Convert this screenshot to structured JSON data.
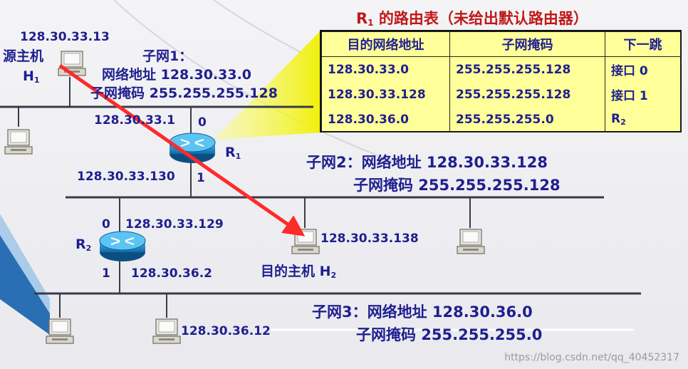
{
  "title": "R",
  "title_sub": "1",
  "title_rest": " 的路由表（未给出默认路由器）",
  "table": {
    "headers": [
      "目的网络地址",
      "子网掩码",
      "下一跳"
    ],
    "rows": [
      [
        "128.30.33.0",
        "255.255.255.128",
        "接口 0"
      ],
      [
        "128.30.33.128",
        "255.255.255.128",
        "接口 1"
      ],
      [
        "128.30.36.0",
        "255.255.255.0",
        "R"
      ]
    ],
    "r2_sub": "2"
  },
  "h1": {
    "ip": "128.30.33.13",
    "label": "源主机",
    "name": "H",
    "sub": "1"
  },
  "subnet1": {
    "title": "子网1：",
    "net": "网络地址 128.30.33.0",
    "mask": "子网掩码 255.255.255.128"
  },
  "r1": {
    "name": "R",
    "sub": "1",
    "if0_ip": "128.30.33.1",
    "if0": "0",
    "if1_ip": "128.30.33.130",
    "if1": "1"
  },
  "subnet2": {
    "line1": "子网2：网络地址 128.30.33.128",
    "line2": "子网掩码 255.255.255.128"
  },
  "r2": {
    "name": "R",
    "sub": "2",
    "if0": "0",
    "if0_ip": "128.30.33.129",
    "if1": "1",
    "if1_ip": "128.30.36.2"
  },
  "h2": {
    "ip": "128.30.33.138",
    "label": "目的主机 H",
    "sub": "2"
  },
  "subnet3": {
    "line1": "子网3：网络地址 128.30.36.0",
    "line2": "子网掩码 255.255.255.0"
  },
  "host_36_12": {
    "ip": "128.30.36.12"
  },
  "watermark": "https://blog.csdn.net/qq_40452317",
  "colors": {
    "label": "#1f1f8f",
    "title": "#c01818",
    "arrow": "#ff2a2a",
    "table_bg": "#ffff99",
    "router": "#1e90c8"
  }
}
